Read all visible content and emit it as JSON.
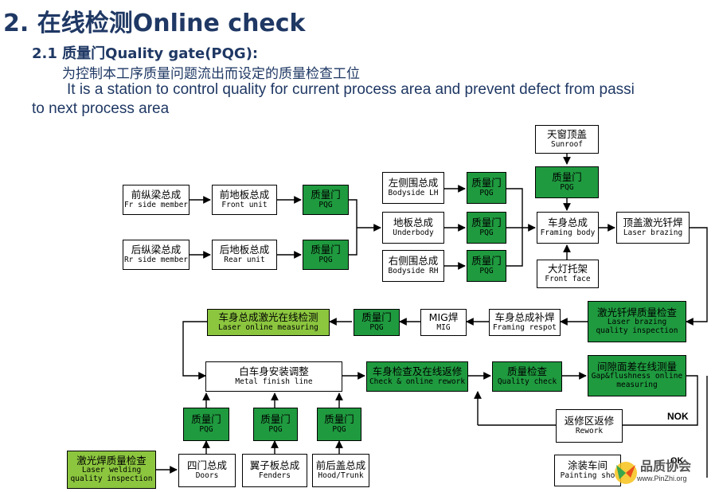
{
  "title": "2. 在线检测Online check",
  "subtitle": "2.1 质量门Quality gate(PQG):",
  "desc_zh": "为控制本工序质量问题流出而设定的质量检查工位",
  "desc_en1": "It is a station to control quality for current process area and prevent defect from passi",
  "desc_en2": "to next process area",
  "boxes": {
    "sunroof": {
      "zh": "天窗顶盖",
      "en": "Sunroof"
    },
    "pqg_sunroof": {
      "zh": "质量门",
      "en": "PQG"
    },
    "fr_side": {
      "zh": "前纵梁总成",
      "en": "Fr side member"
    },
    "front_unit": {
      "zh": "前地板总成",
      "en": "Front unit"
    },
    "pqg_front": {
      "zh": "质量门",
      "en": "PQG"
    },
    "rr_side": {
      "zh": "后纵梁总成",
      "en": "Rr side member"
    },
    "rear_unit": {
      "zh": "后地板总成",
      "en": "Rear unit"
    },
    "pqg_rear": {
      "zh": "质量门",
      "en": "PQG"
    },
    "bodyside_lh": {
      "zh": "左侧围总成",
      "en": "Bodyside LH"
    },
    "pqg_lh": {
      "zh": "质量门",
      "en": "PQG"
    },
    "underbody": {
      "zh": "地板总成",
      "en": "Underbody"
    },
    "pqg_under": {
      "zh": "质量门",
      "en": "PQG"
    },
    "bodyside_rh": {
      "zh": "右侧围总成",
      "en": "Bodyside RH"
    },
    "pqg_rh": {
      "zh": "质量门",
      "en": "PQG"
    },
    "framing_body": {
      "zh": "车身总成",
      "en": "Framing body"
    },
    "front_face": {
      "zh": "大灯托架",
      "en": "Front face"
    },
    "laser_brazing": {
      "zh": "顶盖激光钎焊",
      "en": "Laser brazing"
    },
    "brazing_qi": {
      "zh": "激光钎焊质量检查",
      "en": "Laser brazing",
      "en2": "quality inspection"
    },
    "framing_respot": {
      "zh": "车身总成补焊",
      "en": "Framing respot"
    },
    "mig": {
      "zh": "MIG焊",
      "en": "MIG"
    },
    "pqg_mig": {
      "zh": "质量门",
      "en": "PQG"
    },
    "laser_measuring": {
      "zh": "车身总成激光在线检测",
      "en": "Laser online measuring"
    },
    "metal_finish": {
      "zh": "白车身安装调整",
      "en": "Metal finish line"
    },
    "check_rework": {
      "zh": "车身检查及在线返修",
      "en": "Check & online rework"
    },
    "quality_check": {
      "zh": "质量检查",
      "en": "Quality check"
    },
    "gap_flush": {
      "zh": "间隙面差在线测量",
      "en": "Gap&flushness online",
      "en2": "measuring"
    },
    "rework": {
      "zh": "返修区返修",
      "en": "Rework"
    },
    "painting_shop": {
      "zh": "涂装车间",
      "en": "Painting sho"
    },
    "pqg_doors": {
      "zh": "质量门",
      "en": "PQG"
    },
    "pqg_fenders": {
      "zh": "质量门",
      "en": "PQG"
    },
    "pqg_hood": {
      "zh": "质量门",
      "en": "PQG"
    },
    "doors": {
      "zh": "四门总成",
      "en": "Doors"
    },
    "fenders": {
      "zh": "翼子板总成",
      "en": "Fenders"
    },
    "hood": {
      "zh": "前后盖总成",
      "en": "Hood/Trunk"
    },
    "welding_qi": {
      "zh": "激光焊质量检查",
      "en": "Laser welding",
      "en2": "quality inspection"
    }
  },
  "labels": {
    "nok": "NOK",
    "ok": "OK"
  },
  "watermark": {
    "text": "品质协会",
    "url": "www.PinZhi.org"
  },
  "colors": {
    "heading": "#1f3864",
    "pqg_green": "#1f9a3f",
    "light_green": "#8cc63f"
  }
}
